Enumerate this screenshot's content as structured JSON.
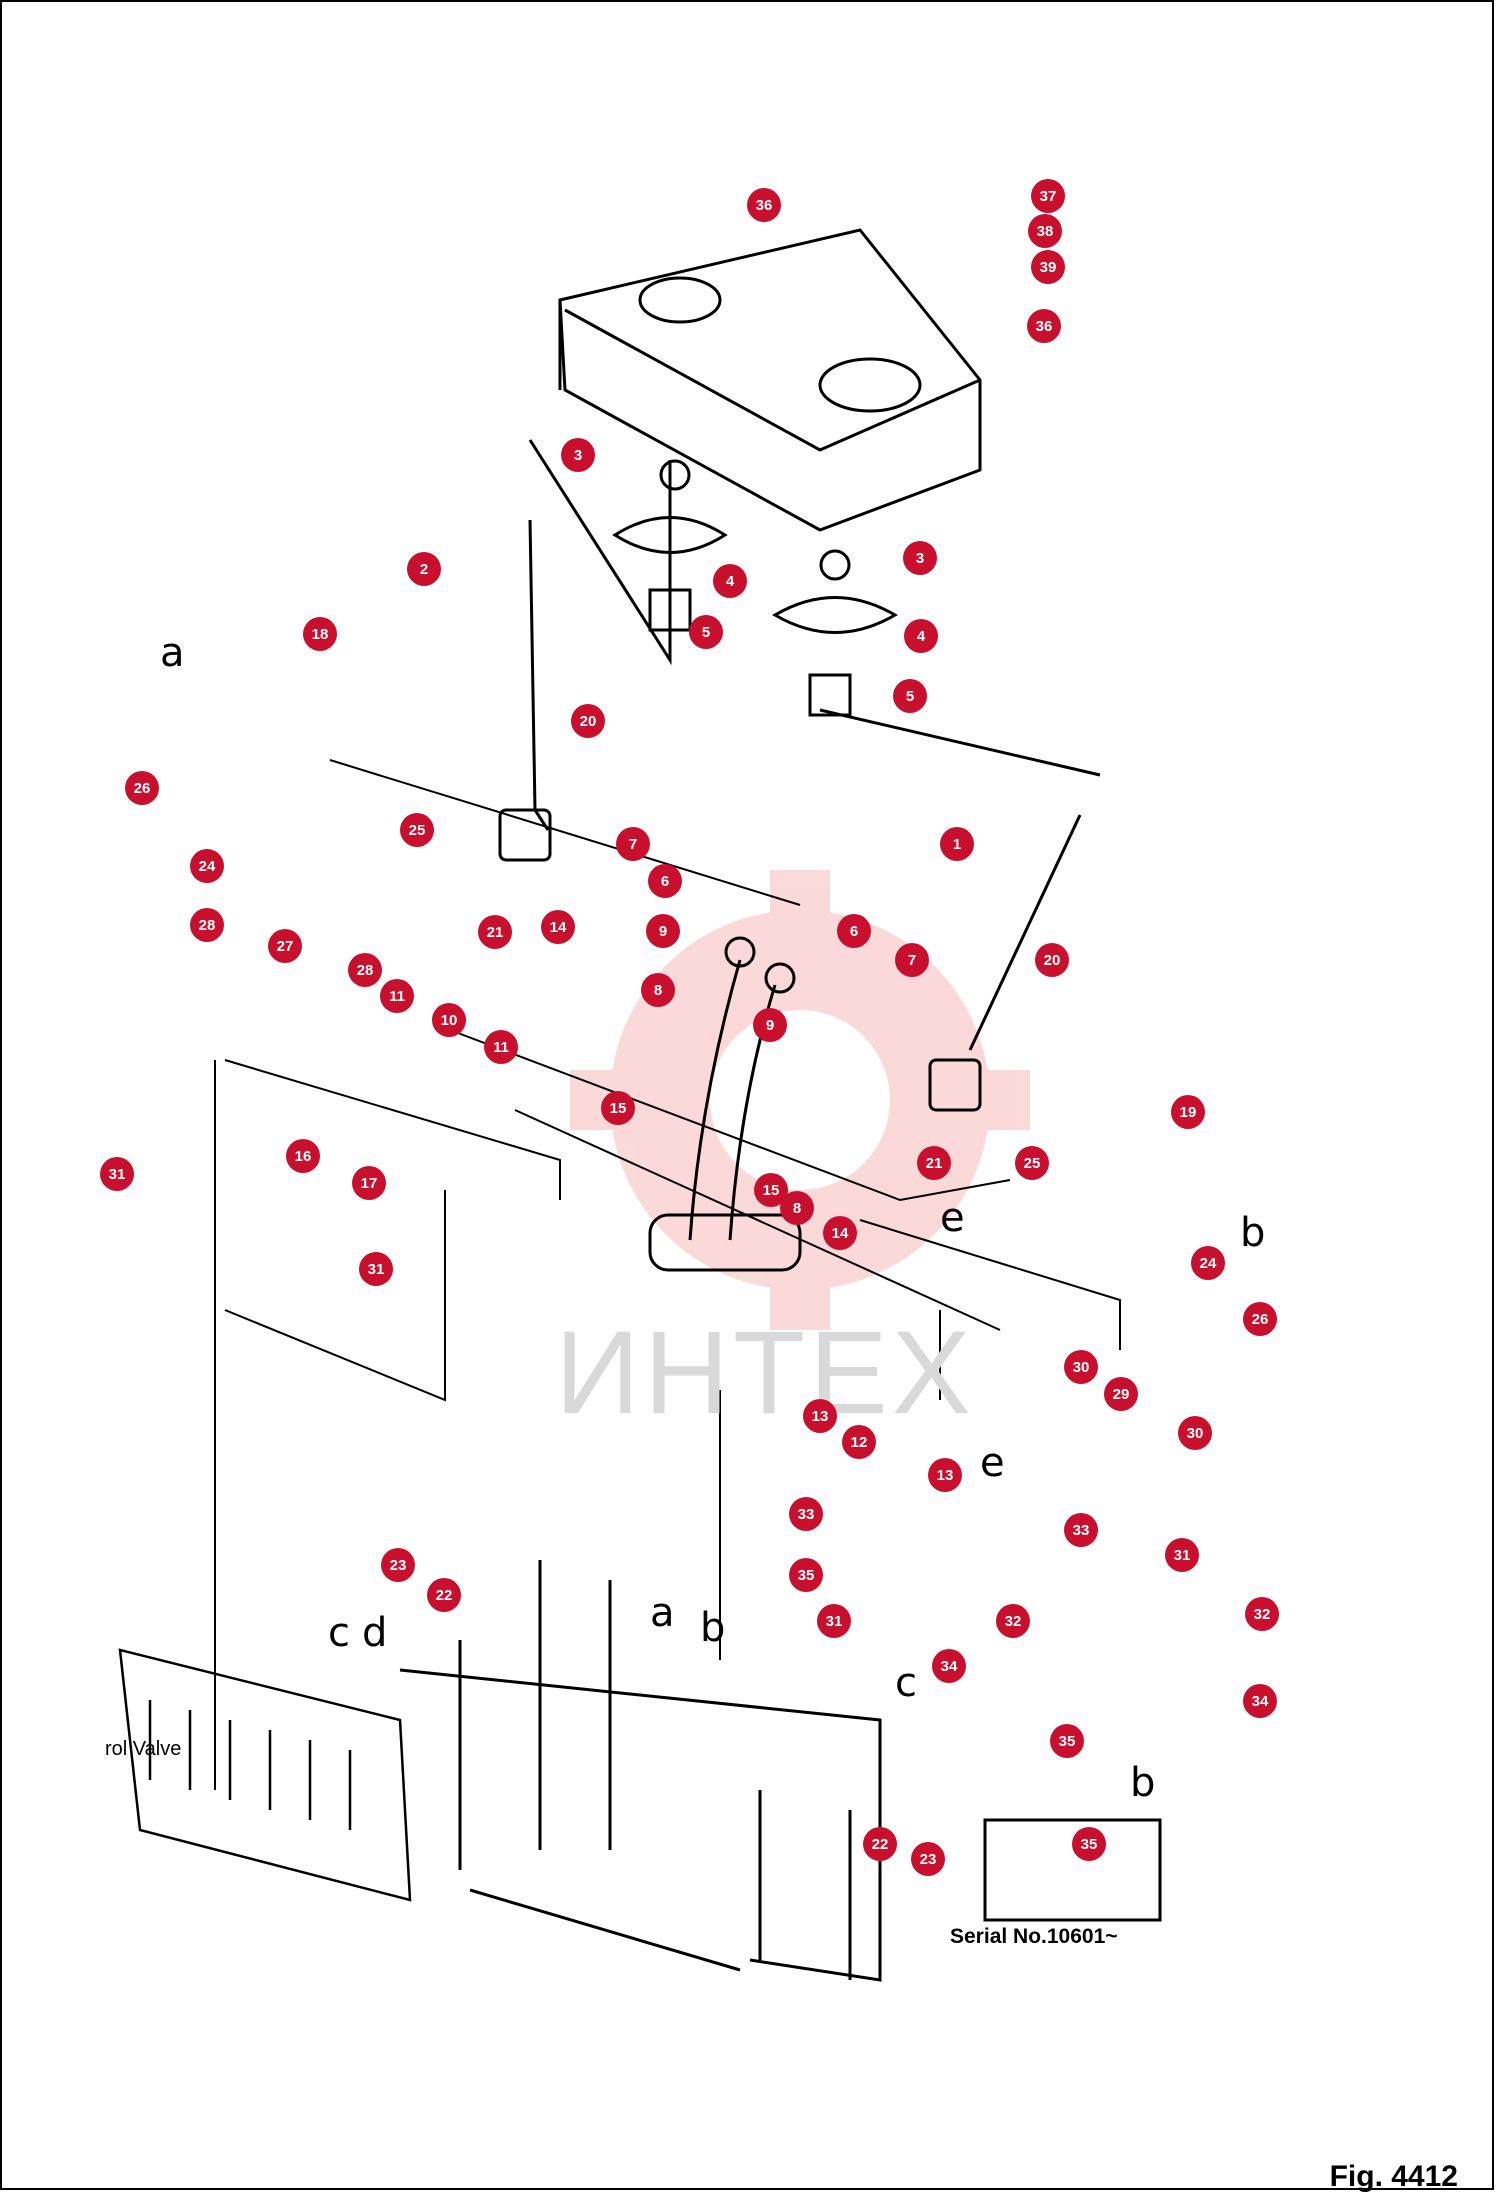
{
  "watermark": {
    "text": "ИНТЕХ"
  },
  "figure_label": "Fig. 4412",
  "serial_note": "Serial No.10601~",
  "valve_label": "rol  Valve",
  "flow_letters": [
    {
      "id": "a1",
      "text": "a"
    },
    {
      "id": "a2",
      "text": "a"
    },
    {
      "id": "b1",
      "text": "b"
    },
    {
      "id": "b2",
      "text": "b"
    },
    {
      "id": "b3",
      "text": "b"
    },
    {
      "id": "c1",
      "text": "c"
    },
    {
      "id": "c2",
      "text": "c"
    },
    {
      "id": "d1",
      "text": "d"
    },
    {
      "id": "e1",
      "text": "e"
    },
    {
      "id": "e2",
      "text": "e"
    }
  ],
  "callouts": [
    {
      "id": "c36a",
      "label": "36"
    },
    {
      "id": "c37",
      "label": "37"
    },
    {
      "id": "c38",
      "label": "38"
    },
    {
      "id": "c39",
      "label": "39"
    },
    {
      "id": "c36b",
      "label": "36"
    },
    {
      "id": "c3a",
      "label": "3"
    },
    {
      "id": "c3b",
      "label": "3"
    },
    {
      "id": "c2",
      "label": "2"
    },
    {
      "id": "c4a",
      "label": "4"
    },
    {
      "id": "c4b",
      "label": "4"
    },
    {
      "id": "c5a",
      "label": "5"
    },
    {
      "id": "c5b",
      "label": "5"
    },
    {
      "id": "c18",
      "label": "18"
    },
    {
      "id": "c20a",
      "label": "20"
    },
    {
      "id": "c26a",
      "label": "26"
    },
    {
      "id": "c25a",
      "label": "25"
    },
    {
      "id": "c7a",
      "label": "7"
    },
    {
      "id": "c24a",
      "label": "24"
    },
    {
      "id": "c6a",
      "label": "6"
    },
    {
      "id": "c1",
      "label": "1"
    },
    {
      "id": "c21a",
      "label": "21"
    },
    {
      "id": "c14a",
      "label": "14"
    },
    {
      "id": "c9a",
      "label": "9"
    },
    {
      "id": "c28a",
      "label": "28"
    },
    {
      "id": "c27",
      "label": "27"
    },
    {
      "id": "c6b",
      "label": "6"
    },
    {
      "id": "c7b",
      "label": "7"
    },
    {
      "id": "c20b",
      "label": "20"
    },
    {
      "id": "c28b",
      "label": "28"
    },
    {
      "id": "c8a",
      "label": "8"
    },
    {
      "id": "c11a",
      "label": "11"
    },
    {
      "id": "c10",
      "label": "10"
    },
    {
      "id": "c9b",
      "label": "9"
    },
    {
      "id": "c11b",
      "label": "11"
    },
    {
      "id": "c15a",
      "label": "15"
    },
    {
      "id": "c19",
      "label": "19"
    },
    {
      "id": "c31a",
      "label": "31"
    },
    {
      "id": "c16",
      "label": "16"
    },
    {
      "id": "c17",
      "label": "17"
    },
    {
      "id": "c21b",
      "label": "21"
    },
    {
      "id": "c25b",
      "label": "25"
    },
    {
      "id": "c15b",
      "label": "15"
    },
    {
      "id": "c8b",
      "label": "8"
    },
    {
      "id": "c14b",
      "label": "14"
    },
    {
      "id": "c24b",
      "label": "24"
    },
    {
      "id": "c31b",
      "label": "31"
    },
    {
      "id": "c26b",
      "label": "26"
    },
    {
      "id": "c30a",
      "label": "30"
    },
    {
      "id": "c29",
      "label": "29"
    },
    {
      "id": "c13a",
      "label": "13"
    },
    {
      "id": "c12",
      "label": "12"
    },
    {
      "id": "c30b",
      "label": "30"
    },
    {
      "id": "c13b",
      "label": "13"
    },
    {
      "id": "c33a",
      "label": "33"
    },
    {
      "id": "c33b",
      "label": "33"
    },
    {
      "id": "c23a",
      "label": "23"
    },
    {
      "id": "c35a",
      "label": "35"
    },
    {
      "id": "c31c",
      "label": "31"
    },
    {
      "id": "c22a",
      "label": "22"
    },
    {
      "id": "c32a",
      "label": "32"
    },
    {
      "id": "c31d",
      "label": "31"
    },
    {
      "id": "c32b",
      "label": "32"
    },
    {
      "id": "c34a",
      "label": "34"
    },
    {
      "id": "c34b",
      "label": "34"
    },
    {
      "id": "c35b",
      "label": "35"
    },
    {
      "id": "c22b",
      "label": "22"
    },
    {
      "id": "c23b",
      "label": "23"
    },
    {
      "id": "c35c",
      "label": "35"
    }
  ]
}
